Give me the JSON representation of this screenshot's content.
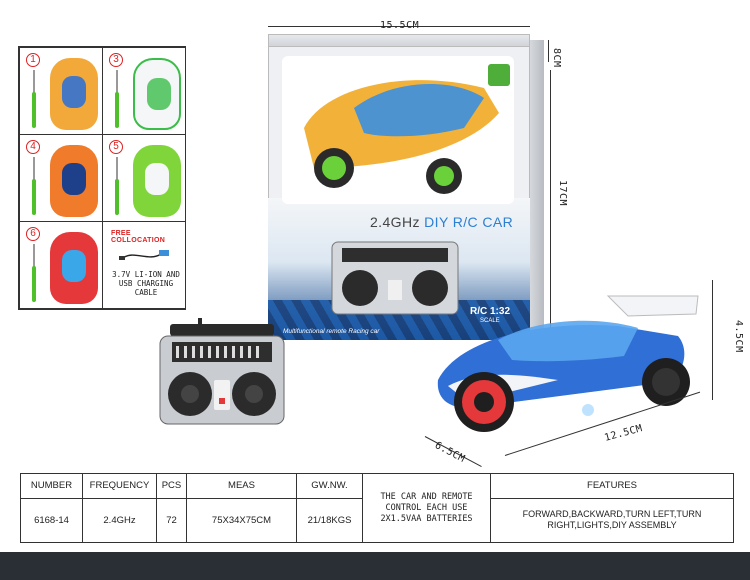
{
  "dimensions": {
    "package_width": "15.5CM",
    "package_depth": "8CM",
    "package_height": "17CM",
    "car_height": "4.5CM",
    "car_width": "6.5CM",
    "car_length": "12.5CM"
  },
  "variants": [
    {
      "number": "1",
      "body_color": "#f2a93a",
      "accent_color": "#3aa7e8"
    },
    {
      "number": "3",
      "body_color": "#f4f6f8",
      "accent_color": "#3bbd4a"
    },
    {
      "number": "4",
      "body_color": "#f07b2a",
      "accent_color": "#2b67c7"
    },
    {
      "number": "5",
      "body_color": "#7fd53a",
      "accent_color": "#f4f6f8"
    },
    {
      "number": "6",
      "body_color": "#e5383b",
      "accent_color": "#3aa7e8"
    }
  ],
  "accessory": {
    "title": "FREE COLLOCATION",
    "description": "3.7V LI-ION AND USB CHARGING CABLE"
  },
  "package": {
    "title_prefix": "2.4GHz ",
    "title_accent": "DIY R/C CAR",
    "scale": "R/C 1:32",
    "scale_sub": "SCALE",
    "caption": "Multifunctional remote Racing car"
  },
  "colors": {
    "car_blue": "#2f6fd6",
    "car_white": "#f2f4f7",
    "tire_red": "#e5383b",
    "remote_silver": "#c9ccd1"
  },
  "spec_table": {
    "headers": [
      "NUMBER",
      "FREQUENCY",
      "PCS",
      "MEAS",
      "GW.NW.",
      "THE CAR AND REMOTE CONTROL EACH USE 2X1.5VAA BATTERIES",
      "FEATURES"
    ],
    "values": [
      "6168-14",
      "2.4GHz",
      "72",
      "75X34X75CM",
      "21/18KGS",
      "FORWARD,BACKWARD,TURN LEFT,TURN RIGHT,LIGHTS,DIY ASSEMBLY"
    ]
  }
}
